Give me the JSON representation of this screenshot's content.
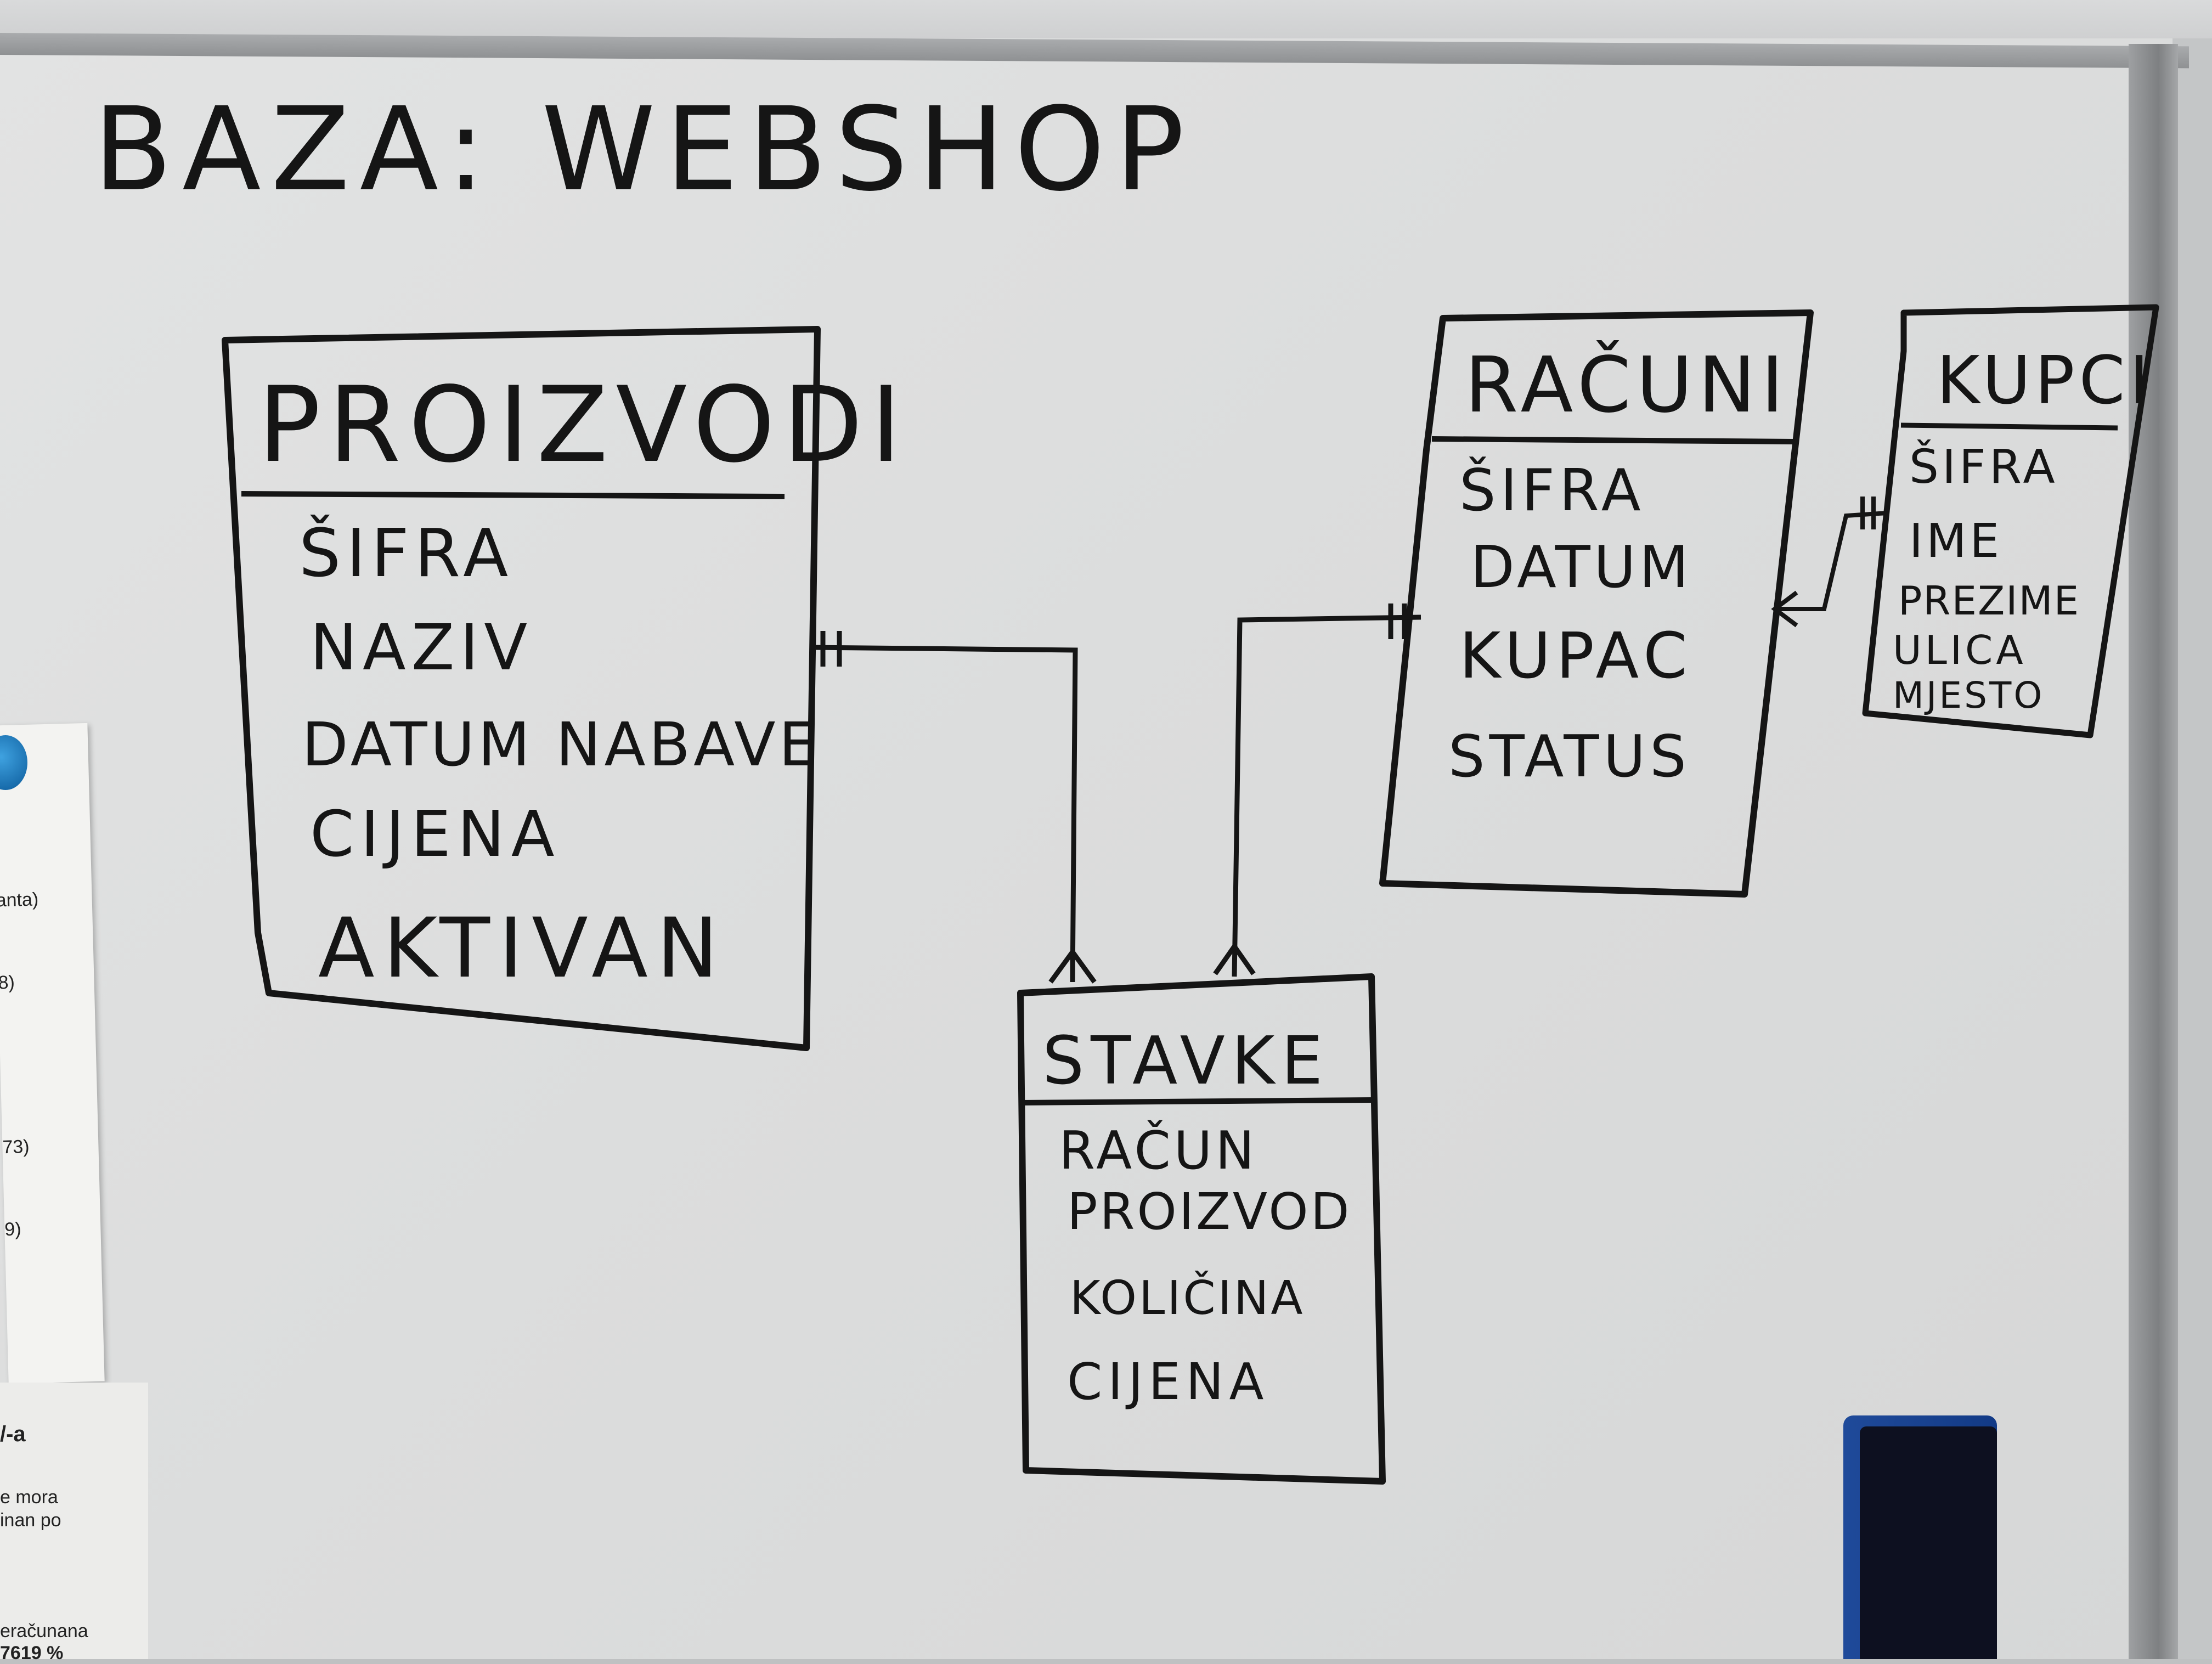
{
  "title": "BAZA: WEBSHOP",
  "entities": [
    {
      "id": "proizvodi",
      "name": "PROIZVODI",
      "fields": [
        "ŠIFRA",
        "NAZIV",
        "DATUM NABAVE",
        "CIJENA",
        "AKTIVAN"
      ]
    },
    {
      "id": "racuni",
      "name": "RAČUNI",
      "fields": [
        "ŠIFRA",
        "DATUM",
        "KUPAC",
        "STATUS"
      ]
    },
    {
      "id": "kupci",
      "name": "KUPCI",
      "fields": [
        "ŠIFRA",
        "IME",
        "PREZIME",
        "ULICA",
        "MJESTO"
      ]
    },
    {
      "id": "stavke",
      "name": "STAVKE",
      "fields": [
        "RAČUN",
        "PROIZVOD",
        "KOLIČINA",
        "CIJENA"
      ]
    }
  ],
  "relationships": [
    {
      "from": "proizvodi",
      "to": "stavke",
      "from_card": "one",
      "to_card": "many"
    },
    {
      "from": "racuni",
      "to": "stavke",
      "from_card": "one",
      "to_card": "many"
    },
    {
      "from": "kupci",
      "to": "racuni",
      "from_card": "one",
      "to_card": "many"
    }
  ],
  "side_paper": {
    "labels": [
      "anta)",
      "8)",
      "73)",
      "9)"
    ],
    "bottom_lines": [
      "/-a",
      "e  mora",
      "inan po",
      "eračunana",
      "7619 %"
    ]
  },
  "colors": {
    "marker": "#151515",
    "board": "#dddede"
  }
}
